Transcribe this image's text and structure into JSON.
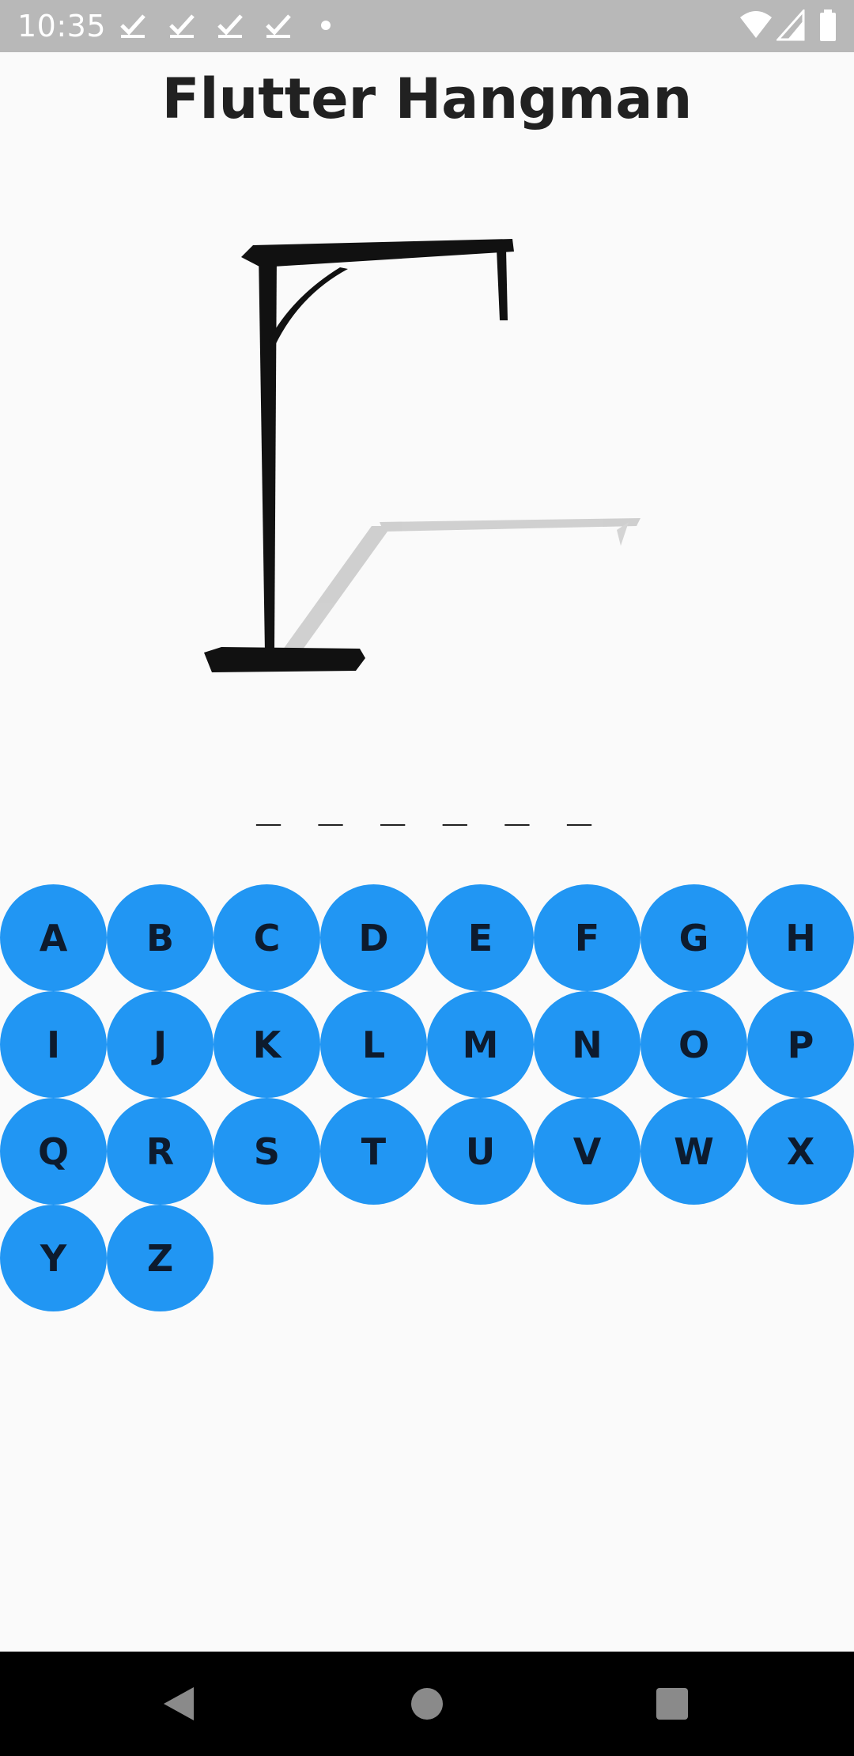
{
  "status_bar": {
    "time": "10:35",
    "icons": [
      "check-icon",
      "check-icon",
      "check-icon",
      "check-icon",
      "dot-icon",
      "wifi-icon",
      "signal-icon",
      "battery-icon"
    ]
  },
  "app": {
    "title": "Flutter Hangman"
  },
  "word": {
    "display": "_ _ _ _ _ _"
  },
  "keyboard": {
    "keys": [
      "A",
      "B",
      "C",
      "D",
      "E",
      "F",
      "G",
      "H",
      "I",
      "J",
      "K",
      "L",
      "M",
      "N",
      "O",
      "P",
      "Q",
      "R",
      "S",
      "T",
      "U",
      "V",
      "W",
      "X",
      "Y",
      "Z"
    ],
    "key_color": "#2196f3",
    "key_text_color": "#0d1b2e"
  },
  "nav_bar": {
    "icons": [
      "back-icon",
      "home-icon",
      "recents-icon"
    ]
  }
}
